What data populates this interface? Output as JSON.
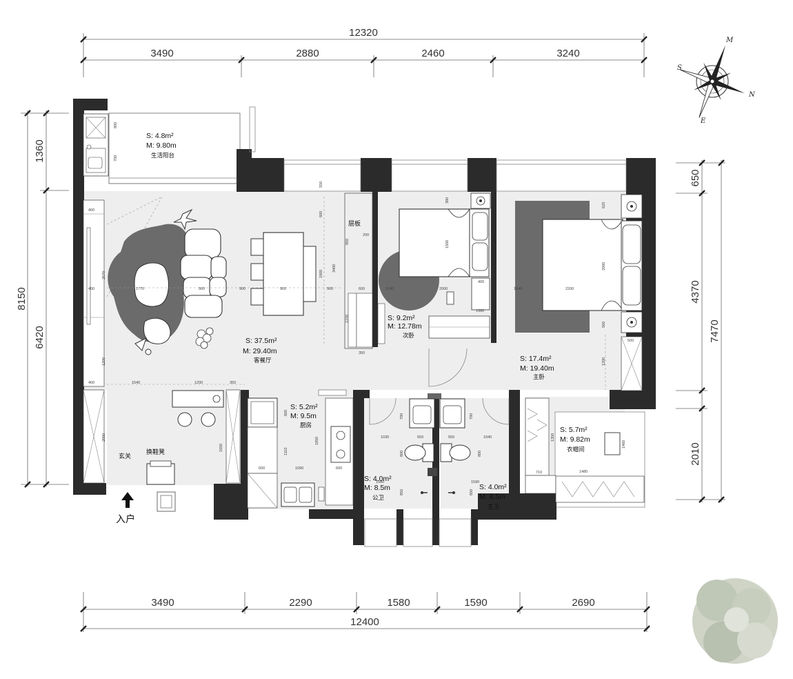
{
  "dimensions": {
    "top_total": "12320",
    "top_segments": [
      "3490",
      "2880",
      "2460",
      "3240"
    ],
    "bottom_total": "12400",
    "bottom_segments": [
      "3490",
      "2290",
      "1580",
      "1590",
      "2690"
    ],
    "left_total": "8150",
    "left_segments": [
      "1360",
      "6420"
    ],
    "right_total": "7470",
    "right_segments": [
      "650",
      "4370",
      "2010"
    ]
  },
  "compass": {
    "m": "M",
    "s": "S",
    "n": "N",
    "e": "E"
  },
  "rooms": {
    "balcony": {
      "area": "S: 4.8m²",
      "perimeter": "M: 9.80m",
      "name": "生活阳台"
    },
    "living": {
      "area": "S: 37.5m²",
      "perimeter": "M: 29.40m",
      "name": "客餐厅"
    },
    "second_bedroom": {
      "area": "S: 9.2m²",
      "perimeter": "M: 12.78m",
      "name": "次卧"
    },
    "master_bedroom": {
      "area": "S: 17.4m²",
      "perimeter": "M: 19.40m",
      "name": "主卧"
    },
    "kitchen": {
      "area": "S: 5.2m²",
      "perimeter": "M: 9.5m",
      "name": "厨房"
    },
    "cloakroom": {
      "area": "S: 5.7m²",
      "perimeter": "M: 9.82m",
      "name": "衣帽间"
    },
    "public_bath": {
      "area": "S: 4.0m²",
      "perimeter": "M: 8.5m",
      "name": "公卫"
    },
    "master_bath": {
      "area": "S: 4.0m²",
      "perimeter": "M: 8.5m",
      "name": "主卫"
    }
  },
  "labels": {
    "shelf": "层板",
    "foyer": "玄关",
    "shoe_bench": "换鞋凳",
    "entry": "入户"
  },
  "small_dims": {
    "d1770": "1770",
    "d900a": "900",
    "d900b": "900",
    "d900c": "900",
    "d900d": "900",
    "d1540": "1540",
    "d1200a": "1200",
    "d350a": "350",
    "d1030": "1030",
    "d550a": "550",
    "d550b": "550",
    "d1040": "1040",
    "d1580": "1580",
    "d1590": "1590",
    "d600a": "600",
    "d1090": "1090",
    "d600b": "600",
    "d1110": "1110",
    "d1850": "1850",
    "d1650": "1650",
    "d2050": "2050",
    "d1200b": "1200",
    "d400a": "400",
    "d400b": "400",
    "d400c": "400",
    "d2570": "2570",
    "d3400": "3400",
    "d1800": "1800",
    "d550c": "550",
    "d600c": "600",
    "d2000a": "2000",
    "d1040b": "1040",
    "d2200": "2200",
    "d2000b": "2000",
    "d620": "620",
    "d560": "560",
    "d1200c": "1200",
    "d500": "500",
    "d1360": "1360",
    "d790a": "790",
    "d790b": "790",
    "d800a": "800",
    "d800b": "800",
    "d850a": "850",
    "d850b": "850",
    "d1350": "1350",
    "d1460": "1460",
    "d1480": "1480",
    "d710": "710",
    "d350b": "350",
    "d1220": "1220",
    "d600d": "600",
    "d850c": "850",
    "d200": "200",
    "d1500": "1500",
    "d380": "380",
    "d400d": "400",
    "d800c": "800",
    "d700": "700",
    "d620b": "620"
  },
  "colors": {
    "wall": "#2b2b2b",
    "floor": "#eeeeee",
    "rug": "#6b6b6b"
  }
}
